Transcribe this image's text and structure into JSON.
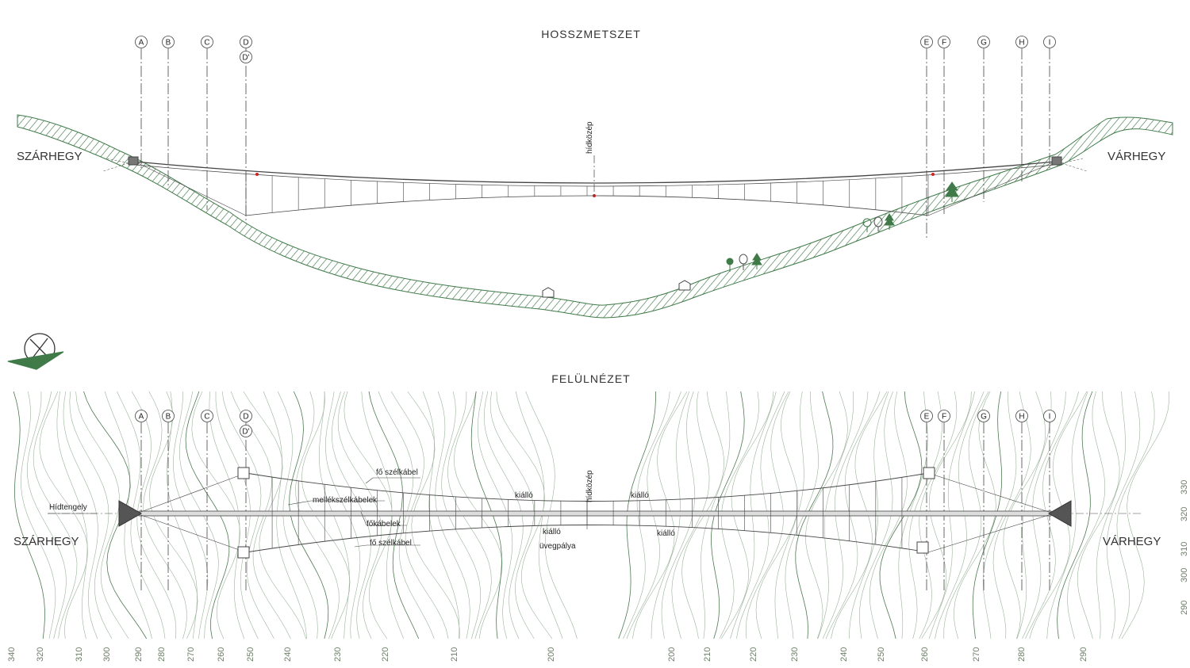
{
  "titles": {
    "elevation": "HOSSZMETSZET",
    "plan": "FELÜLNÉZET"
  },
  "places": {
    "left": "SZÁRHEGY",
    "right": "VÁRHEGY"
  },
  "axes": [
    "A",
    "B",
    "C",
    "D",
    "D'",
    "E",
    "F",
    "G",
    "H",
    "I"
  ],
  "labels": {
    "midspan": "hídközép",
    "bridge_axis": "Hídtengely",
    "main_edge_cable_top": "fő szélkábel",
    "side_edge_cables": "mellékszélkábelek",
    "main_cables": "főkábelek",
    "main_edge_cable_bottom": "fő szélkábel",
    "viewpoint_1": "kiálló",
    "viewpoint_2": "kiálló",
    "viewpoint_3": "kiálló",
    "viewpoint_4": "kiálló",
    "glass_deck": "üvegpálya"
  },
  "ticks": {
    "bottom": [
      "340",
      "320",
      "310",
      "300",
      "290",
      "280",
      "270",
      "260",
      "250",
      "240",
      "230",
      "220",
      "210",
      "200",
      "200",
      "210",
      "220",
      "230",
      "240",
      "250",
      "260",
      "270",
      "280",
      "290"
    ],
    "right": [
      "330",
      "320",
      "310",
      "300",
      "290"
    ]
  },
  "colors": {
    "terrain": "#3f7a48",
    "contour": "#9bb39a",
    "structure": "#444444",
    "marker": "#cc2222"
  },
  "icons": [
    "compass-logo-icon",
    "tree-icon",
    "building-icon"
  ]
}
